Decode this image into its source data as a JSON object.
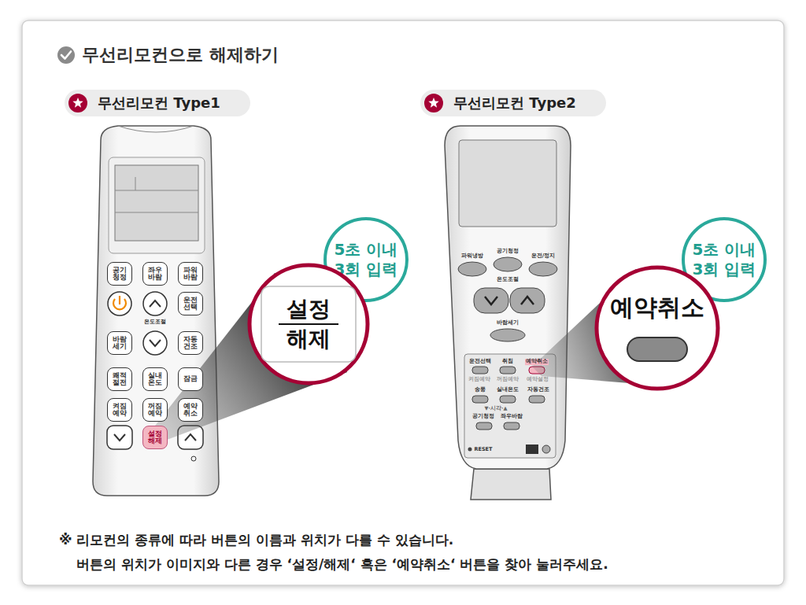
{
  "diagram": {
    "title": "무선리모컨으로 해제하기",
    "nodes": [
      {
        "text": [
          "무선리모컨 Type1"
        ]
      },
      {
        "text": [
          "무선리모컨 Type2"
        ]
      },
      {
        "text": [
          "공기 청정"
        ]
      },
      {
        "text": [
          "좌우 바람"
        ]
      },
      {
        "text": [
          "파워 바람"
        ]
      },
      {
        "text": [
          "운전 선택"
        ]
      },
      {
        "text": [
          "바람 세기"
        ]
      },
      {
        "text": [
          "자동 건조"
        ]
      },
      {
        "text": [
          "쾌적 절전"
        ]
      },
      {
        "text": [
          "실내 온도"
        ]
      },
      {
        "text": [
          "잠금"
        ]
      },
      {
        "text": [
          "켜짐 예약"
        ]
      },
      {
        "text": [
          "꺼짐 예약"
        ]
      },
      {
        "text": [
          "예약 취소"
        ]
      },
      {
        "text": [
          "설정 해제"
        ]
      },
      {
        "text": [
          "5초 이내 3회 입력"
        ]
      },
      {
        "text": [
          "설정 해제"
        ]
      },
      {
        "text": [
          "5초 이내 3회 입력"
        ]
      },
      {
        "text": [
          "예약취소"
        ]
      }
    ],
    "labels": [
      "※ 리모컨의 종류에 따라 버튼의 이름과 위치가 다를 수 있습니다.",
      "버튼의 위치가 이미지와 다른 경우 ‘설정/해제‘ 혹은 ‘예약취소‘ 버튼을 찾아 눌러주세요.",
      "온도조절",
      "파워냉방",
      "공기청정",
      "운전/정지",
      "온도조절",
      "바람세기",
      "운전선택",
      "취침",
      "예약취소",
      "켜짐예약",
      "꺼짐예약",
      "예약설정",
      "송풍",
      "실내온도",
      "자동건조",
      "▼·시각·▲",
      "공기청정",
      "좌우바람",
      "RESET"
    ]
  }
}
